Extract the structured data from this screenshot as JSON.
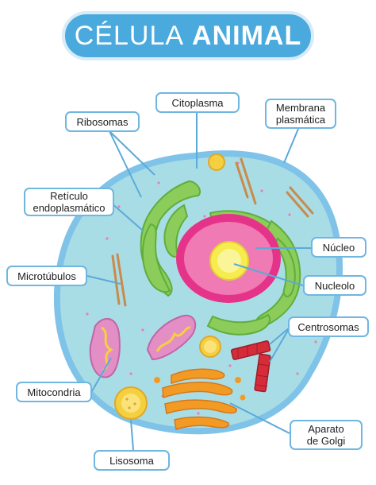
{
  "title": {
    "word1": "CÉLULA",
    "word2": "ANIMAL"
  },
  "labels": {
    "ribosomas": "Ribosomas",
    "citoplasma": "Citoplasma",
    "membrana": "Membrana\nplasmática",
    "reticulo": "Retículo\nendoplasmático",
    "microtubulos": "Microtúbulos",
    "nucleo": "Núcleo",
    "nucleolo": "Nucleolo",
    "centrosomas": "Centrosomas",
    "mitocondria": "Mitocondria",
    "aparato_golgi": "Aparato\nde Golgi",
    "lisosoma": "Lisosoma"
  },
  "colors": {
    "banner": "#4aa9dd",
    "label_border": "#6fb6e0",
    "cell_membrane": "#7fc3e8",
    "cytoplasm": "#a9dde6",
    "nucleus": "#e6338a",
    "nucleolus": "#f6ec4d",
    "er": "#8ccc5a",
    "mitochondria": "#e38fc6",
    "golgi": "#f39a25",
    "centrosome": "#d62c3a",
    "lysosome": "#f4d03f"
  }
}
